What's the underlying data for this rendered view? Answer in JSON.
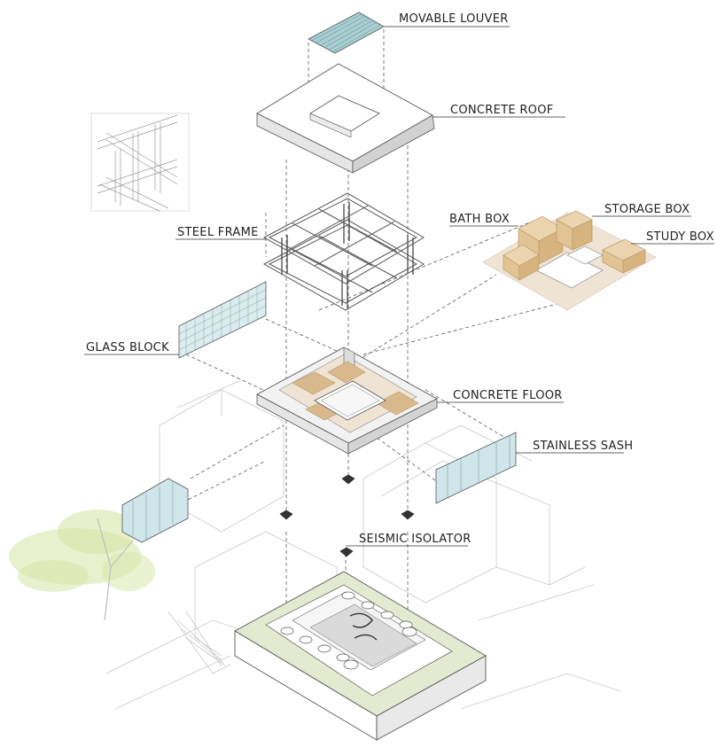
{
  "labels": {
    "movable_louver": "MOVABLE LOUVER",
    "concrete_roof": "CONCRETE ROOF",
    "steel_frame": "STEEL FRAME",
    "bath_box": "BATH BOX",
    "storage_box": "STORAGE BOX",
    "study_box": "STUDY BOX",
    "glass_block": "GLASS BLOCK",
    "concrete_floor": "CONCRETE FLOOR",
    "stainless_sash": "STAINLESS SASH",
    "seismic_isolator": "SEISMIC ISOLATOR"
  },
  "colors": {
    "box_tan": "#e2c394",
    "floor_tan": "#efe3d4",
    "pad_tan": "#d9b98c",
    "site_green": "#e4ead0",
    "glass_blue": "#cfe6ea",
    "louver_blue": "#a9cfd3",
    "tree_green": "#d5e6a6",
    "line_dark": "#444444",
    "line_light": "#c9c9c9"
  }
}
